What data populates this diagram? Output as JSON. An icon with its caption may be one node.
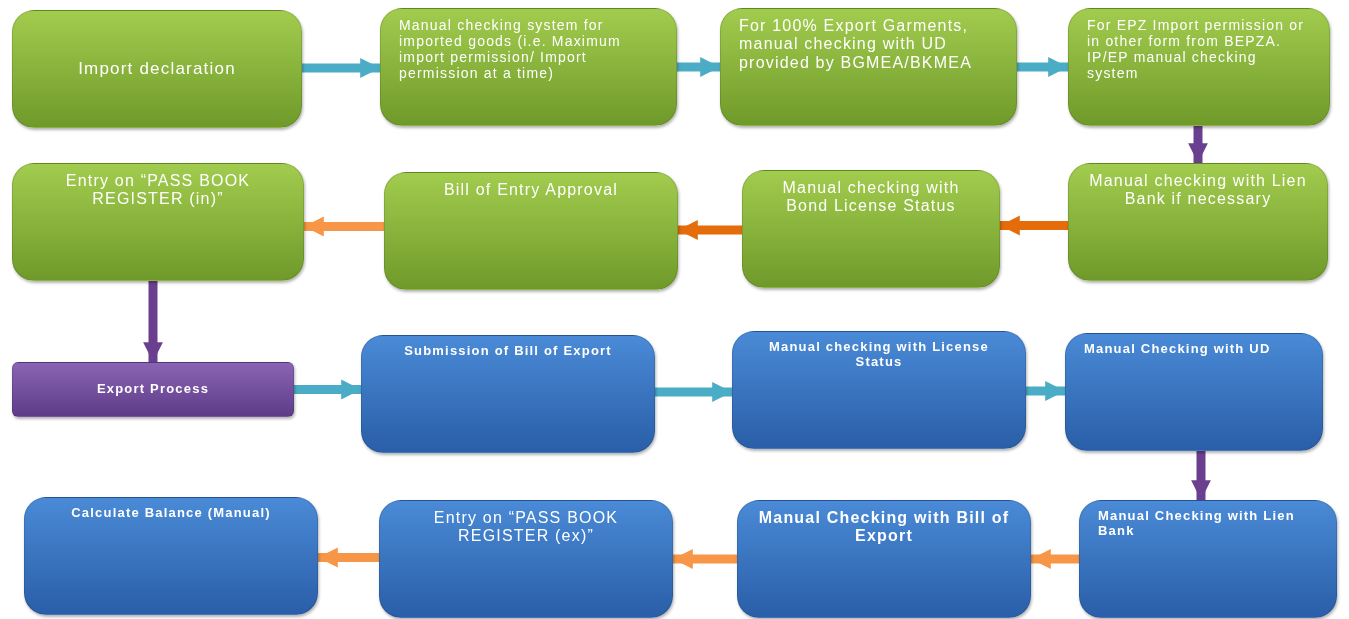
{
  "diagram": {
    "nodes": [
      {
        "text": [
          "Import  declaration"
        ]
      },
      {
        "text": [
          "Manual checking system for imported goods (i.e. Maximum import permission/ Import permission at a time)"
        ]
      },
      {
        "text": [
          "For 100% Export Garments, manual checking with UD provided by BGMEA/BKMEA"
        ]
      },
      {
        "text": [
          "For EPZ Import permission or in other form from BEPZA. IP/EP manual checking system"
        ]
      },
      {
        "text": [
          "Manual checking with Lien Bank if necessary"
        ]
      },
      {
        "text": [
          "Manual checking with Bond License Status"
        ]
      },
      {
        "text": [
          "Bill of Entry Approval"
        ]
      },
      {
        "text": [
          "Entry on “PASS BOOK REGISTER (in)”"
        ]
      },
      {
        "text": [
          "Export Process"
        ]
      },
      {
        "text": [
          "Submission of Bill of Export"
        ]
      },
      {
        "text": [
          "Manual checking with License Status"
        ]
      },
      {
        "text": [
          "Manual Checking with UD"
        ]
      },
      {
        "text": [
          "Manual Checking with Lien Bank"
        ]
      },
      {
        "text": [
          "Manual Checking with Bill of Export"
        ]
      },
      {
        "text": [
          "Entry on “PASS BOOK REGISTER (ex)”"
        ]
      },
      {
        "text": [
          "Calculate  Balance (Manual)"
        ]
      }
    ],
    "edges": [
      {
        "from": 0,
        "to": 1,
        "arrow": "to",
        "color": "#4bacc6"
      },
      {
        "from": 1,
        "to": 2,
        "arrow": "to",
        "color": "#4bacc6"
      },
      {
        "from": 2,
        "to": 3,
        "arrow": "to",
        "color": "#4bacc6"
      },
      {
        "from": 3,
        "to": 4,
        "arrow": "to",
        "color": "#6b3f8f"
      },
      {
        "from": 4,
        "to": 5,
        "arrow": "to",
        "color": "#e46c0a"
      },
      {
        "from": 5,
        "to": 6,
        "arrow": "to",
        "color": "#e46c0a"
      },
      {
        "from": 6,
        "to": 7,
        "arrow": "to",
        "color": "#f79646"
      },
      {
        "from": 7,
        "to": 8,
        "arrow": "to",
        "color": "#6b3f8f"
      },
      {
        "from": 8,
        "to": 9,
        "arrow": "to",
        "color": "#4bacc6"
      },
      {
        "from": 9,
        "to": 10,
        "arrow": "to",
        "color": "#4bacc6"
      },
      {
        "from": 10,
        "to": 11,
        "arrow": "to",
        "color": "#4bacc6"
      },
      {
        "from": 11,
        "to": 12,
        "arrow": "to",
        "color": "#6b3f8f"
      },
      {
        "from": 12,
        "to": 13,
        "arrow": "to",
        "color": "#f79646"
      },
      {
        "from": 13,
        "to": 14,
        "arrow": "to",
        "color": "#f79646"
      },
      {
        "from": 14,
        "to": 15,
        "arrow": "to",
        "color": "#f79646"
      }
    ]
  }
}
